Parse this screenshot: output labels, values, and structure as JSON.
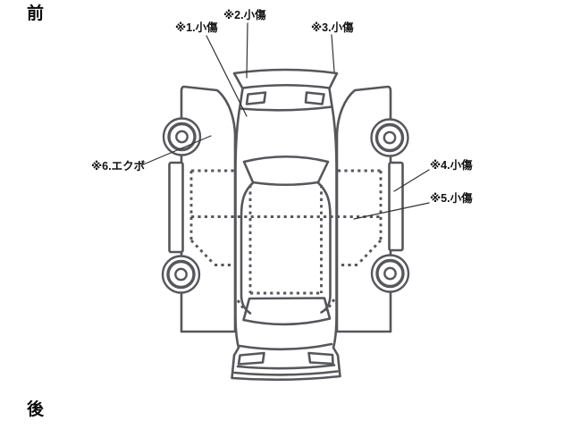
{
  "diagram": {
    "front_label": "前",
    "rear_label": "後",
    "annotations": [
      {
        "num": "1",
        "label": "※1.小傷"
      },
      {
        "num": "2",
        "label": "※2.小傷"
      },
      {
        "num": "3",
        "label": "※3.小傷"
      },
      {
        "num": "4",
        "label": "※4.小傷"
      },
      {
        "num": "5",
        "label": "※5.小傷"
      },
      {
        "num": "6",
        "label": "※6.エクボ"
      }
    ],
    "colors": {
      "line": "#56575b",
      "leader": "#333333",
      "text": "#111111",
      "background": "#ffffff"
    }
  }
}
